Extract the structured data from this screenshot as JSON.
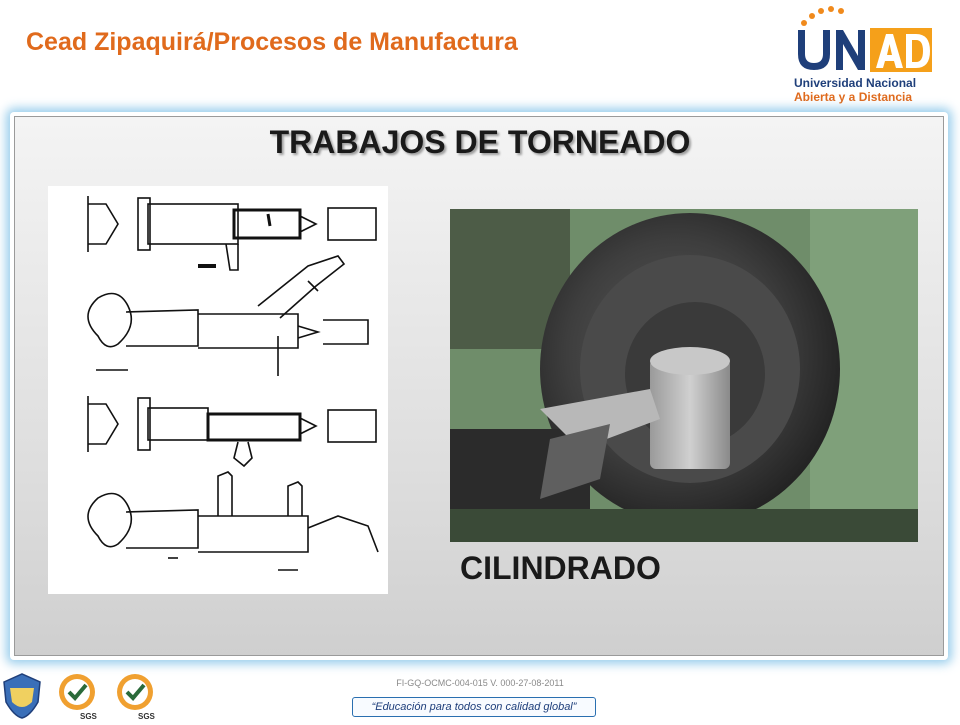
{
  "header": {
    "title": "Cead Zipaquirá/Procesos de Manufactura"
  },
  "logo": {
    "line1": "Universidad Nacional",
    "line2": "Abierta y a Distancia"
  },
  "slide": {
    "title": "TRABAJOS DE TORNEADO",
    "caption": "CILINDRADO"
  },
  "footer": {
    "code": "FI-GQ-OCMC-004-015 V. 000-27-08-2011",
    "slogan": "“Educación para todos con calidad global”",
    "badge_label": "SGS"
  },
  "colors": {
    "accent": "#e06a1c",
    "brand_blue": "#1f3f7a",
    "frame_glow": "#78bee6"
  }
}
